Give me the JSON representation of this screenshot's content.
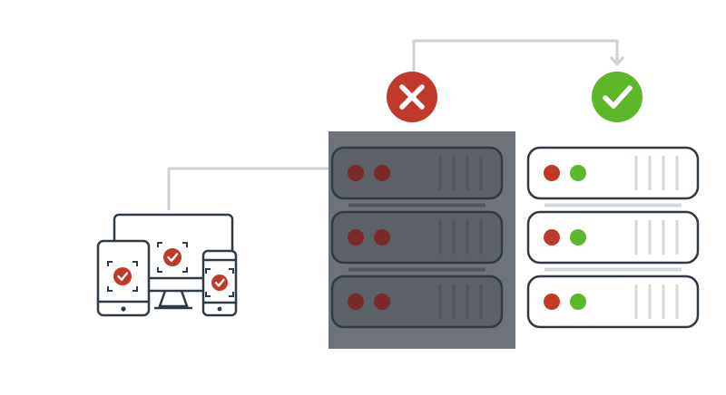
{
  "colors": {
    "background": "#ffffff",
    "outline": "#2f3a45",
    "connector": "#cfd1d3",
    "failed_server_block": "#6d7379",
    "failed_server_unit": "#5b6167",
    "failed_led": "#7a2a2a",
    "active_led_red": "#c0392b",
    "active_led_green": "#5cb82a",
    "vent_light": "#d5d7d9",
    "vent_dark": "#4f555b",
    "fail_badge": "#c0392b",
    "success_badge": "#5cb82a",
    "badge_mark": "#ffffff",
    "device_check": "#c0392b"
  },
  "icons": {
    "fail_badge": "x-circle-icon",
    "success_badge": "check-circle-icon",
    "devices": [
      "tablet-icon",
      "desktop-monitor-icon",
      "smartphone-icon"
    ],
    "failed_server": "server-rack-icon",
    "backup_server": "server-rack-icon"
  },
  "failed_server": {
    "status": "failed",
    "unit_count": 3
  },
  "backup_server": {
    "status": "active",
    "unit_count": 3
  },
  "client_devices": [
    "tablet",
    "desktop",
    "phone"
  ]
}
